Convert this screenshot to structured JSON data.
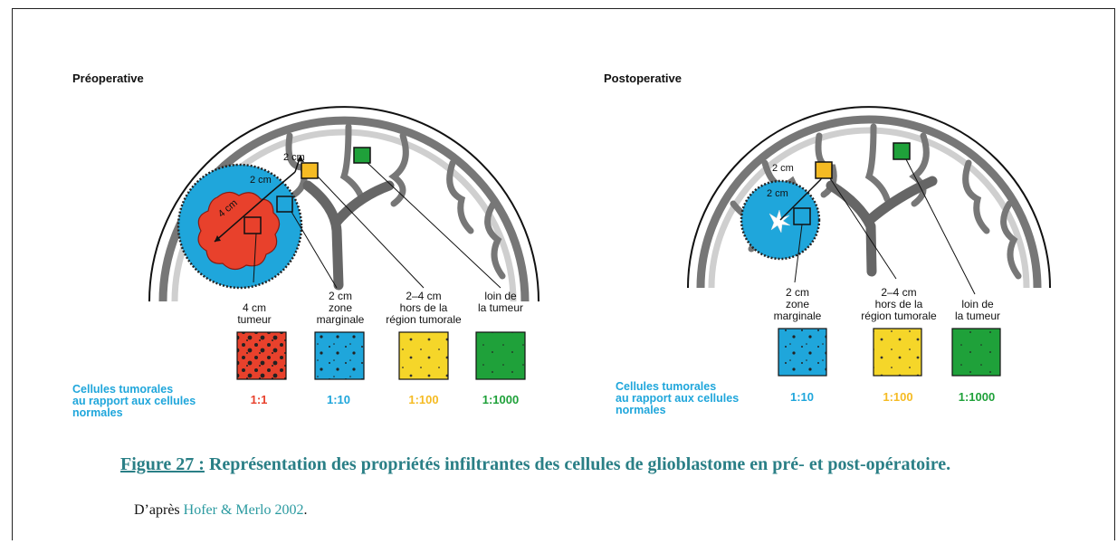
{
  "panels": [
    {
      "title": "Préoperative",
      "distances": [
        "2 cm",
        "2 cm",
        "4 cm"
      ],
      "zones": [
        {
          "line1": "4 cm",
          "line2": "tumeur",
          "line3": "",
          "ratio": "1:1",
          "color": "#e8412c"
        },
        {
          "line1": "2 cm",
          "line2": "zone",
          "line3": "marginale",
          "ratio": "1:10",
          "color": "#1fa6db"
        },
        {
          "line1": "2–4 cm",
          "line2": "hors de la",
          "line3": "région tumorale",
          "ratio": "1:100",
          "color": "#f5bb23"
        },
        {
          "line1": "loin de",
          "line2": "la tumeur",
          "line3": "",
          "ratio": "1:1000",
          "color": "#1fa13a"
        }
      ],
      "ratio_label": [
        "Cellules tumorales",
        "au rapport aux cellules",
        "normales"
      ]
    },
    {
      "title": "Postoperative",
      "distances": [
        "2 cm",
        "2 cm"
      ],
      "zones": [
        {
          "line1": "2 cm",
          "line2": "zone",
          "line3": "marginale",
          "ratio": "1:10",
          "color": "#1fa6db"
        },
        {
          "line1": "2–4 cm",
          "line2": "hors de la",
          "line3": "région tumorale",
          "ratio": "1:100",
          "color": "#f5bb23"
        },
        {
          "line1": "loin de",
          "line2": "la tumeur",
          "line3": "",
          "ratio": "1:1000",
          "color": "#1fa13a"
        }
      ],
      "ratio_label": [
        "Cellules tumorales",
        "au rapport aux cellules",
        "normales"
      ]
    }
  ],
  "caption": {
    "number": "Figure 27 :",
    "text": " Représentation des propriétés infiltrantes des cellules de glioblastome en pré- et post-opératoire."
  },
  "source": {
    "prefix": "D’après ",
    "reference": "Hofer & Merlo 2002",
    "suffix": "."
  }
}
